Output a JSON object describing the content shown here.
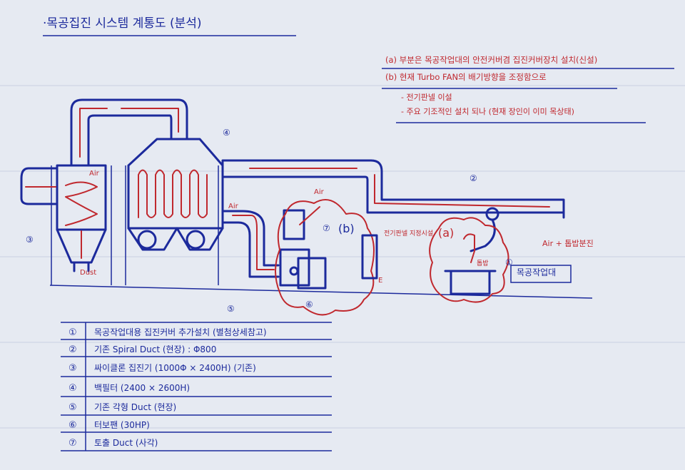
{
  "title": "·목공집진 시스템 계통도 (분석)",
  "notes": {
    "a": "(a) 부분은 목공작업대의 안전커버겸 집진커버장치 설치(신설)",
    "b": "(b) 현재 Turbo FAN의 배기방향을 조정함으로",
    "b_sub1": "- 전기판넬 이설",
    "b_sub2": "- 주요 기조적인 설치 되나 (현재 장인이 이미 목상태)"
  },
  "labels": {
    "air_top": "Air",
    "air_mid": "Air",
    "air_fan": "Air",
    "dust": "Dust",
    "air_dust": "Air + 톱밥분진",
    "marker_a": "(a)",
    "marker_b": "(b)",
    "workbench": "목공작업대",
    "elec_panel": "전기판넬 지정시설",
    "e": "E",
    "motor": "톱밥",
    "n1": "①",
    "n2": "②",
    "n3": "③",
    "n4": "④",
    "n5": "⑤",
    "n6": "⑥",
    "n7": "⑦"
  },
  "legend": [
    {
      "num": "①",
      "text": "목공작업대용 집진커버 추가설치 (별첨상세참고)"
    },
    {
      "num": "②",
      "text": "기존 Spiral Duct (현장) : Φ800"
    },
    {
      "num": "③",
      "text": "싸이클론 집진기 (1000Φ × 2400H) (기존)"
    },
    {
      "num": "④",
      "text": "백필터 (2400 × 2600H)"
    },
    {
      "num": "⑤",
      "text": "기존 각형 Duct (현장)"
    },
    {
      "num": "⑥",
      "text": "터보팬 (30HP)"
    },
    {
      "num": "⑦",
      "text": "토출 Duct (사각)"
    }
  ],
  "colors": {
    "ink_blue": "#1c2a9c",
    "ink_red": "#c0282e",
    "paper": "#e6eaf2"
  }
}
